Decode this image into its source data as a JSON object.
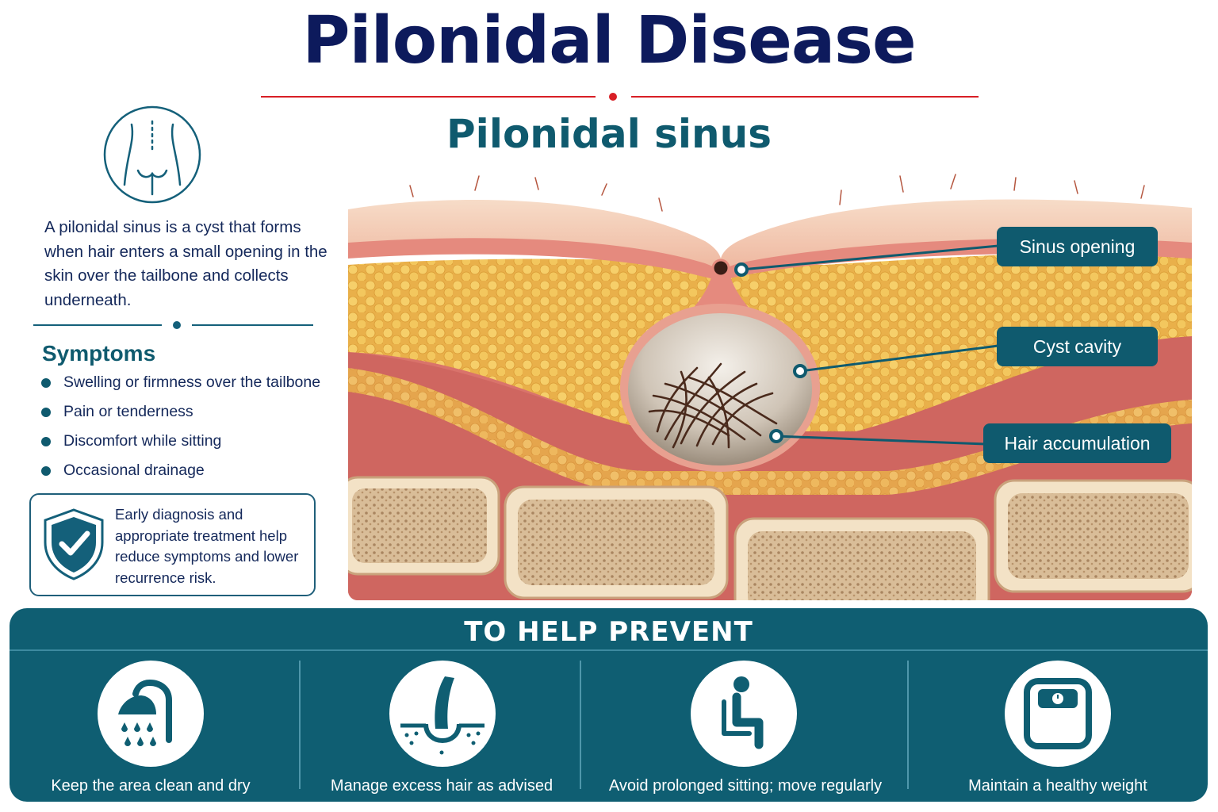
{
  "title": "Pilonidal Disease",
  "subtitle": "Pilonidal sinus",
  "intro": "A pilonidal sinus is a cyst that forms when hair enters a small opening in the skin over the tailbone and collects underneath.",
  "symptoms": {
    "title": "Symptoms",
    "items": [
      "Swelling or firmness over the tailbone",
      "Pain or tenderness",
      "Discomfort while sitting",
      "Occasional drainage"
    ]
  },
  "note": "Early diagnosis and appropriate treatment help reduce symptoms and lower recurrence risk.",
  "callouts": {
    "sinus_opening": "Sinus opening",
    "cyst_cavity": "Cyst cavity",
    "hair_accumulation": "Hair accumulation"
  },
  "prevent": {
    "title": "TO HELP PREVENT",
    "items": [
      {
        "label": "Keep the area clean and dry",
        "icon": "shower-icon"
      },
      {
        "label": "Manage excess hair as advised",
        "icon": "hair-follicle-icon"
      },
      {
        "label": "Avoid prolonged sitting; move regularly",
        "icon": "sitting-person-icon"
      },
      {
        "label": "Maintain a healthy weight",
        "icon": "scale-icon"
      }
    ]
  },
  "colors": {
    "title": "#0d1a5c",
    "accent_red": "#d81f26",
    "teal": "#0f5a6e",
    "panel": "#0f5e72"
  }
}
